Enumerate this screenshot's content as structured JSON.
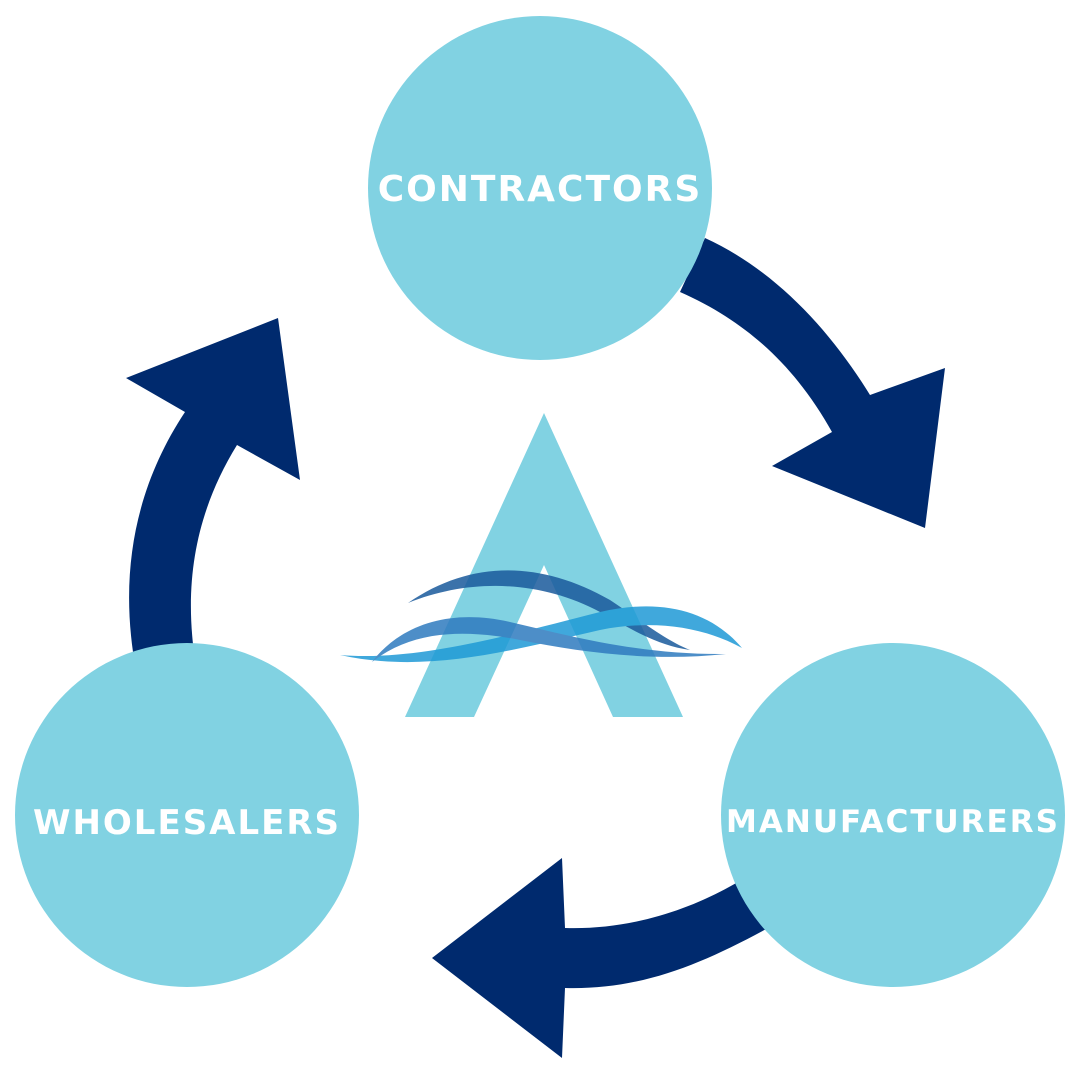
{
  "diagram": {
    "nodes": [
      {
        "id": "contractors",
        "label": "CONTRACTORS"
      },
      {
        "id": "manufacturers",
        "label": "MANUFACTURERS"
      },
      {
        "id": "wholesalers",
        "label": "WHOLESALERS"
      }
    ],
    "edges": [
      {
        "from": "contractors",
        "to": "manufacturers"
      },
      {
        "from": "manufacturers",
        "to": "wholesalers"
      },
      {
        "from": "wholesalers",
        "to": "contractors"
      }
    ],
    "flow": "clockwise cycle",
    "center_logo": "stylized letter A with blue waves"
  },
  "colors": {
    "node_fill": "#81d2e2",
    "arrow": "#002a6e",
    "label_text": "#ffffff",
    "logo_a": "#81d2e2",
    "wave_dark": "#1a5a9c",
    "wave_mid": "#2f7bbf",
    "wave_light": "#1f9ad6"
  }
}
